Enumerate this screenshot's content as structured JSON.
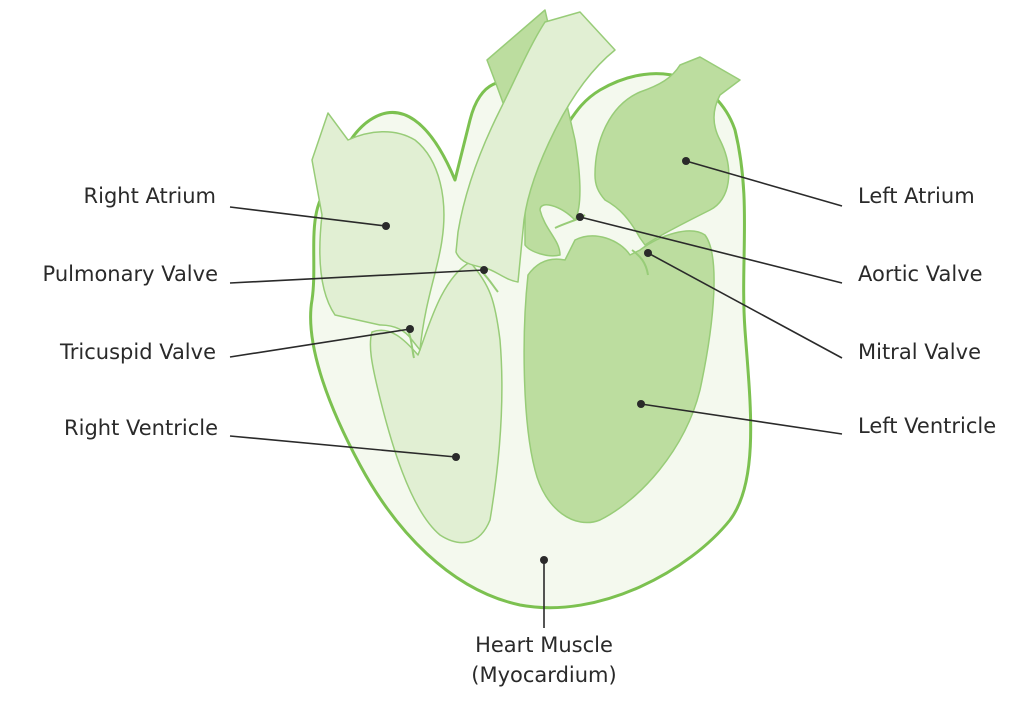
{
  "colors": {
    "outline": "#7cc150",
    "myocardium": "#f4f9ee",
    "right_chambers": "#e1efd3",
    "left_chambers": "#bcdd9f",
    "stroke_inner": "#98cc78",
    "leader": "#2a2a2a"
  },
  "labels": {
    "right_atrium": "Right Atrium",
    "pulmonary_valve": "Pulmonary Valve",
    "tricuspid_valve": "Tricuspid Valve",
    "right_ventricle": "Right Ventricle",
    "left_atrium": "Left Atrium",
    "aortic_valve": "Aortic Valve",
    "mitral_valve": "Mitral Valve",
    "left_ventricle": "Left Ventricle",
    "heart_muscle_line1": "Heart Muscle",
    "heart_muscle_line2": "(Myocardium)"
  }
}
